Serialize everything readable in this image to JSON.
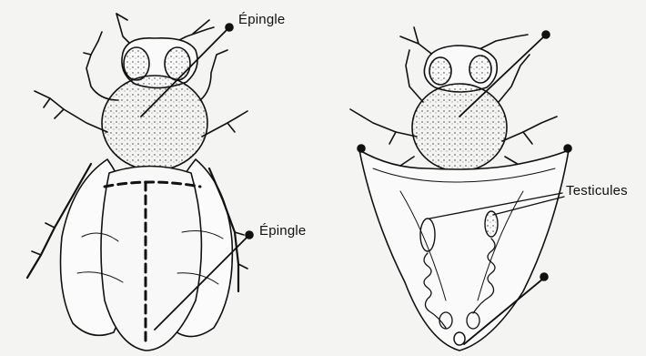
{
  "labels": {
    "pin_top": "Épingle",
    "pin_bottom": "Épingle",
    "testes": "Testicules"
  },
  "colors": {
    "ink": "#111111",
    "paper": "#f4f4f2"
  }
}
